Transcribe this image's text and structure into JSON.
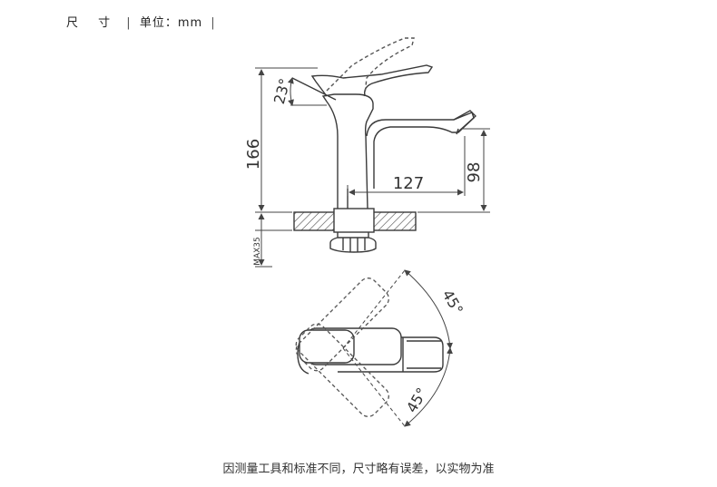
{
  "header": {
    "title": "尺 寸",
    "separator": "|",
    "unit_label": "单位：mm",
    "trailing_separator": "|"
  },
  "dimensions": {
    "total_height": "166",
    "spout_reach": "127",
    "spout_height": "98",
    "handle_tilt": "23°",
    "max_deck": "MAX35",
    "swing_right": "45°",
    "swing_left": "45°"
  },
  "caption": "因测量工具和标准不同，尺寸略有误差，以实物为准",
  "colors": {
    "line": "#3a3a3a",
    "dashed": "#555555",
    "text": "#333333"
  }
}
